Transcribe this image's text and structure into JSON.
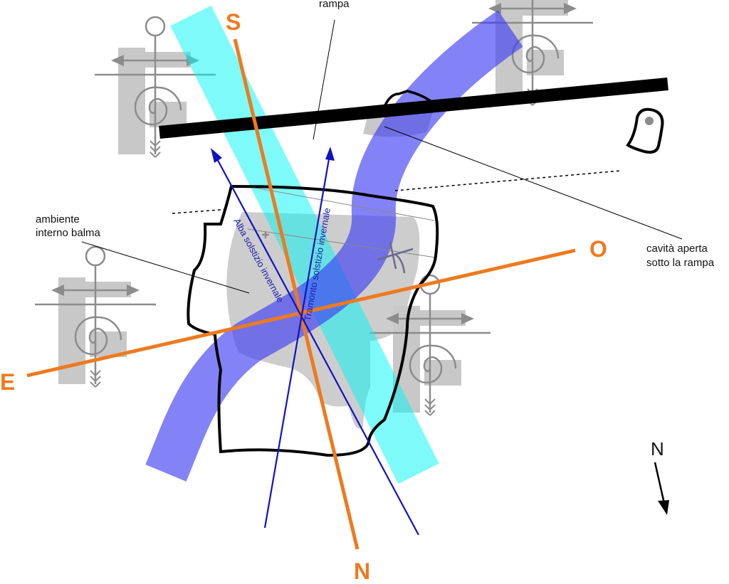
{
  "labels": {
    "rampa": "rampa",
    "ambiente_line1": "ambiente",
    "ambiente_line2": "interno balma",
    "cavita_line1": "cavità aperta",
    "cavita_line2": "sotto la rampa",
    "alba": "Alba solstizio invernale",
    "tramonto": "Tramonto solstizio invernale"
  },
  "compass": {
    "south": "S",
    "north": "N",
    "east": "E",
    "west": "O"
  },
  "north_arrow": {
    "label": "N"
  },
  "colors": {
    "orange_axis": "#ee7a1e",
    "cyan_band": "#00f5f5",
    "blue_band": "#3a3af2",
    "solstice_ray": "#1212c0",
    "black_bar": "#000000",
    "gray_fill": "#c8c8c8",
    "figure_gray": "#8c8c8c"
  },
  "icons": [
    "spiral-figure-icon",
    "north-arrow-icon"
  ]
}
